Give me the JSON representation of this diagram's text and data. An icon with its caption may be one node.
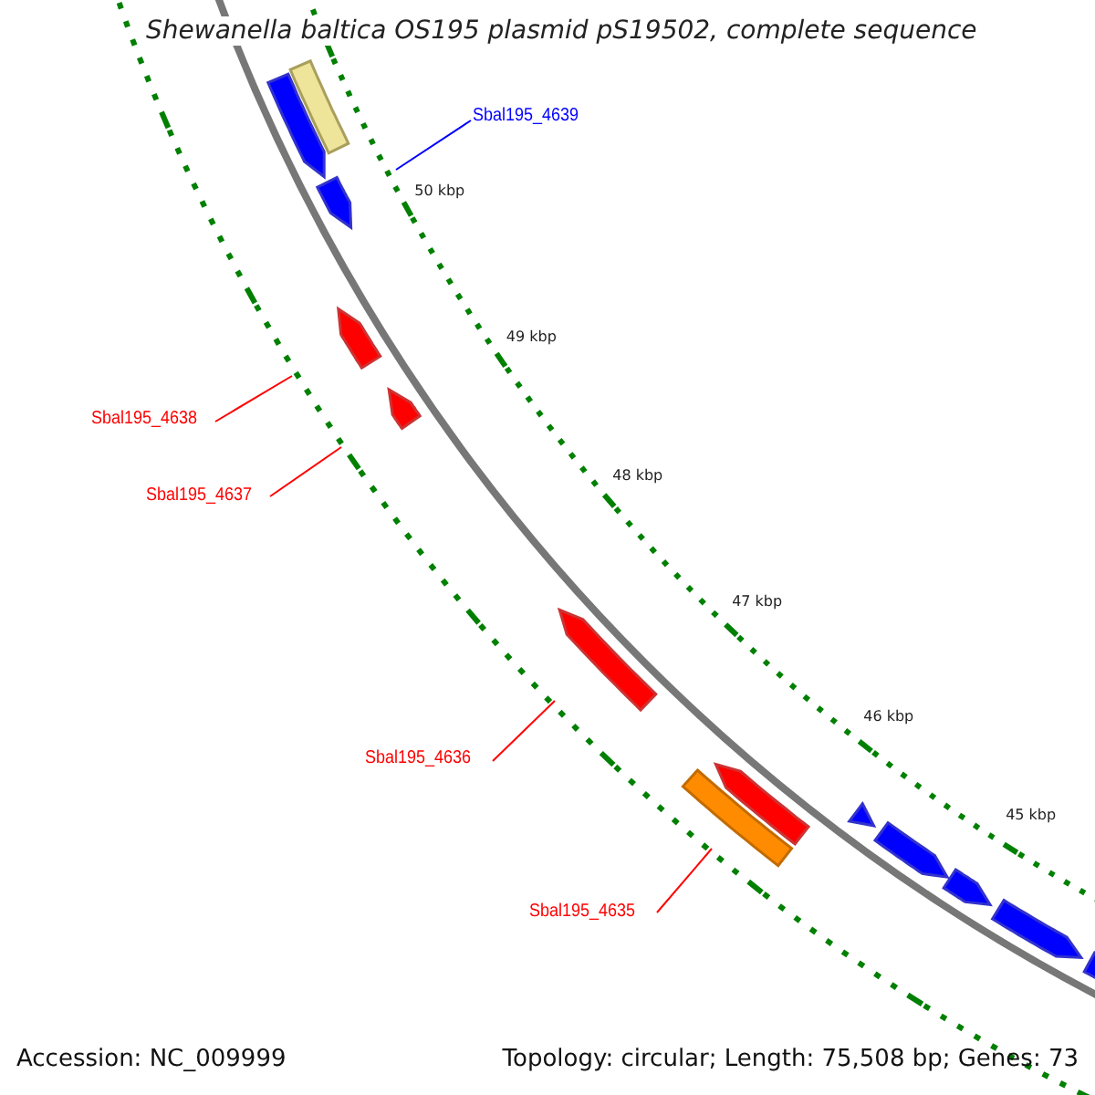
{
  "diagram": {
    "title": "Shewanella baltica OS195 plasmid pS19502, complete sequence",
    "nodes": [
      {
        "text": [
          "Sbal195_4639"
        ]
      },
      {
        "text": [
          "Sbal195_4638"
        ]
      },
      {
        "text": [
          "Sbal195_4637"
        ]
      },
      {
        "text": [
          "Sbal195_4636"
        ]
      },
      {
        "text": [
          "Sbal195_4635"
        ]
      }
    ],
    "edges": [
      {
        "from": 0,
        "to": null,
        "arrow": "none",
        "color": "#0000ff"
      },
      {
        "from": 1,
        "to": null,
        "arrow": "none"
      },
      {
        "from": 2,
        "to": null,
        "arrow": "none"
      },
      {
        "from": 3,
        "to": null,
        "arrow": "none"
      },
      {
        "from": 4,
        "to": null,
        "arrow": "none"
      }
    ],
    "labels": [
      "50 kbp",
      "49 kbp",
      "48 kbp",
      "47 kbp",
      "46 kbp",
      "45 kbp",
      "Accession: NC_009999",
      "Topology: circular; Length: 75,508 bp; Genes: 73"
    ]
  }
}
